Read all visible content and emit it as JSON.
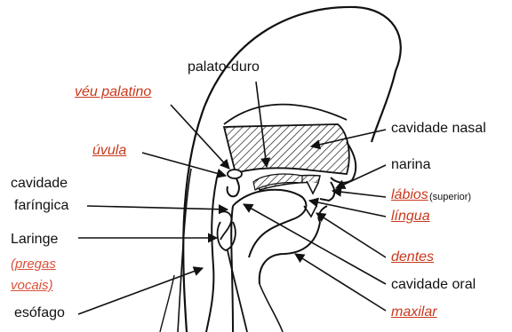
{
  "colors": {
    "label_black": "#111111",
    "label_red": "#c8391c",
    "line": "#111111",
    "hatch": "#111111",
    "background": "#ffffff"
  },
  "labels": {
    "palato_duro": "palato-duro",
    "veu_palatino": "véu palatino",
    "uvula": "úvula",
    "cavidade_nasal": "cavidade nasal",
    "narina": "narina",
    "labios": "lábios",
    "labios_note": "(superior)",
    "cavidade_faringica_1": "cavidade",
    "cavidade_faringica_2": "faríngica",
    "lingua": "língua",
    "laringe": "Laringe",
    "pregas_vocais_1": "(pregas",
    "pregas_vocais_2": "vocais)",
    "dentes": "dentes",
    "cavidade_oral": "cavidade oral",
    "esofago": "esófago",
    "maxilar": "maxilar"
  }
}
